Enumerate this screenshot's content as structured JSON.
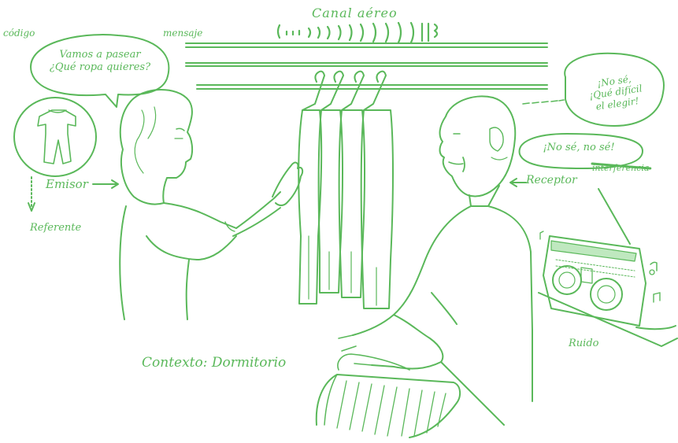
{
  "labels": {
    "codigo": "código",
    "mensaje": "mensaje",
    "canal": "Canal aéreo",
    "emisor": "Emisor",
    "referente": "Referente",
    "receptor": "Receptor",
    "ruido": "Ruido",
    "contexto": "Contexto: Dormitorio",
    "interferencia": "interferencia"
  },
  "bubbles": {
    "sender_line1": "Vamos a pasear",
    "sender_line2": "¿Qué ropa quieres?",
    "receiver_line1": "¡No sé,",
    "receiver_line2": "¡Qué difícil",
    "receiver_line3": "el elegir!",
    "receiver_short": "¡No sé, no sé!"
  },
  "colors": {
    "ink": "#5ab85a",
    "paper": "#ffffff"
  }
}
